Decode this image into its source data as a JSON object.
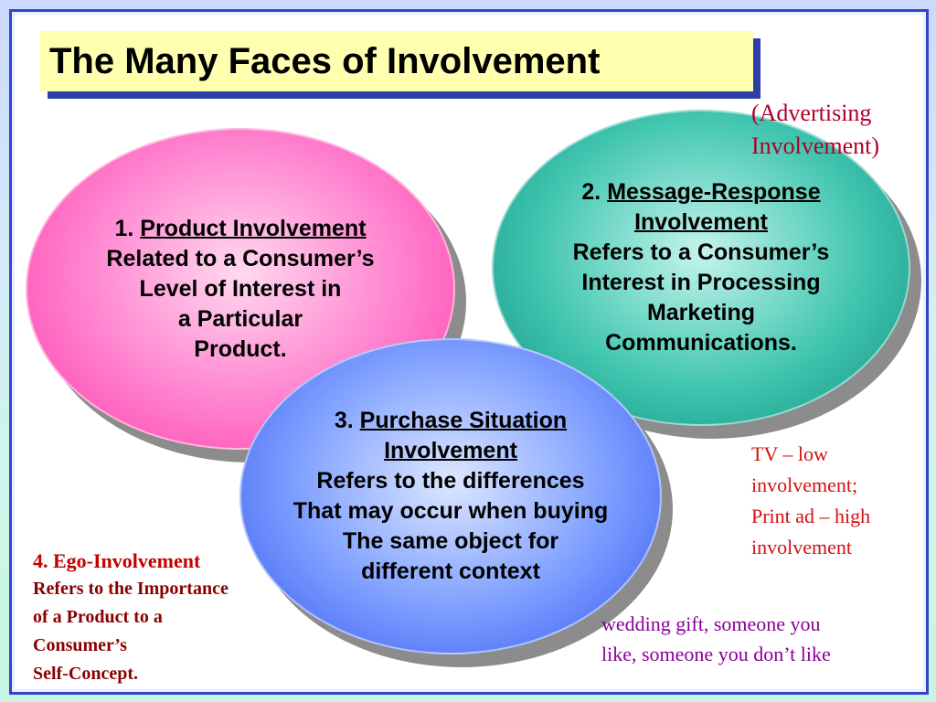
{
  "slide": {
    "title": "The Many Faces of Involvement"
  },
  "ellipses": [
    {
      "number": "1.",
      "heading": "Product Involvement",
      "lines": [
        "Related to a Consumer’s",
        "Level of Interest in",
        "a Particular",
        "Product."
      ]
    },
    {
      "number": "2.",
      "heading_lines": [
        "Message-Response",
        "Involvement"
      ],
      "lines": [
        "Refers to a Consumer’s",
        "Interest in Processing",
        "Marketing",
        "Communications."
      ]
    },
    {
      "number": "3.",
      "heading_lines": [
        "Purchase Situation",
        "Involvement"
      ],
      "lines": [
        "Refers to the differences",
        "That may occur when buying",
        "The same object for",
        "different context"
      ]
    }
  ],
  "notes": {
    "advertising": [
      "(Advertising",
      "Involvement)"
    ],
    "tv": [
      "TV – low",
      "involvement;",
      "Print ad – high",
      "involvement"
    ],
    "wedding": [
      "wedding gift, someone you",
      "like, someone you don’t like"
    ],
    "ego_title": "4. Ego-Involvement",
    "ego_lines": [
      "Refers to the Importance",
      "of a Product to a",
      "Consumer’s",
      "Self-Concept."
    ]
  },
  "colors": {
    "title_bg": "#ffffb0",
    "title_shadow": "#2d3fa6",
    "frame_border": "#3344cc",
    "ellipse_product": "#ff5ab8",
    "ellipse_message": "#2bb59f",
    "ellipse_purchase": "#5a7dff",
    "note_red": "#d41010",
    "note_purple": "#8a0099"
  }
}
